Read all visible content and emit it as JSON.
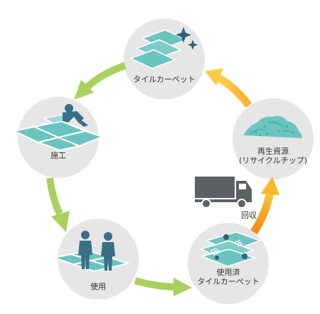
{
  "stages": {
    "tile_carpet": {
      "label": "タイルカーペット"
    },
    "installation": {
      "label": "施工"
    },
    "use": {
      "label": "使用"
    },
    "used_carpet": {
      "line1": "使用済",
      "line2": "タイルカーペット"
    },
    "recycled": {
      "line1": "再生資源",
      "line2": "(リサイクルチップ)"
    }
  },
  "collection": {
    "label": "回収"
  },
  "colors": {
    "circle": "#e6e6e6",
    "tile": "#6cc4c0",
    "tile_light": "#9fdad6",
    "person": "#3a6f86",
    "truck": "#5d6064",
    "arrow_green": "#a9d15e",
    "arrow_orange_start": "#f09114",
    "arrow_orange_end": "#fcc33a",
    "sparkle": "#2f6079"
  }
}
